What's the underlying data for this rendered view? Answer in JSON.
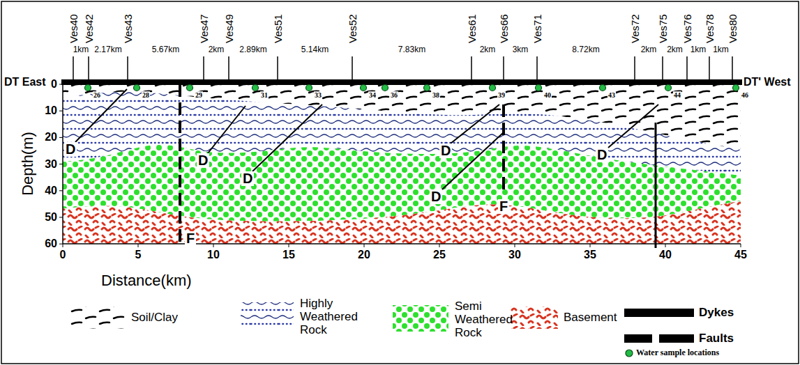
{
  "diagram": {
    "labels": [
      "DT East",
      "DT' West",
      "Ves40",
      "Ves42",
      "Ves43",
      "Ves47",
      "Ves49",
      "Ves51",
      "Ves52",
      "Ves61",
      "Ves66",
      "Ves71",
      "Ves72",
      "Ves75",
      "Ves76",
      "Ves78",
      "Ves80",
      "1km",
      "2.17km",
      "5.67km",
      "2km",
      "2.89km",
      "5.14km",
      "7.83km",
      "2km",
      "3km",
      "8.72km",
      "2km",
      "2km",
      "1km",
      "1km",
      "26",
      "28",
      "29",
      "31",
      "33",
      "34",
      "36",
      "38",
      "39",
      "40",
      "43",
      "44",
      "46",
      "D",
      "D",
      "D",
      "D",
      "D",
      "D",
      "F",
      "F",
      "0",
      "10",
      "20",
      "30",
      "40",
      "50",
      "60",
      "0",
      "5",
      "10",
      "15",
      "20",
      "25",
      "30",
      "35",
      "40",
      "45",
      "Depth(m)",
      "Distance(km)"
    ],
    "legend": [
      {
        "text": "Soil/Clay"
      },
      {
        "text": "Highly Weathered Rock"
      },
      {
        "text": "Semi Weathered Rock"
      },
      {
        "text": "Basement"
      },
      {
        "text": "Dykes"
      },
      {
        "text": "Faults"
      },
      {
        "text": "Water sample locations"
      }
    ]
  }
}
